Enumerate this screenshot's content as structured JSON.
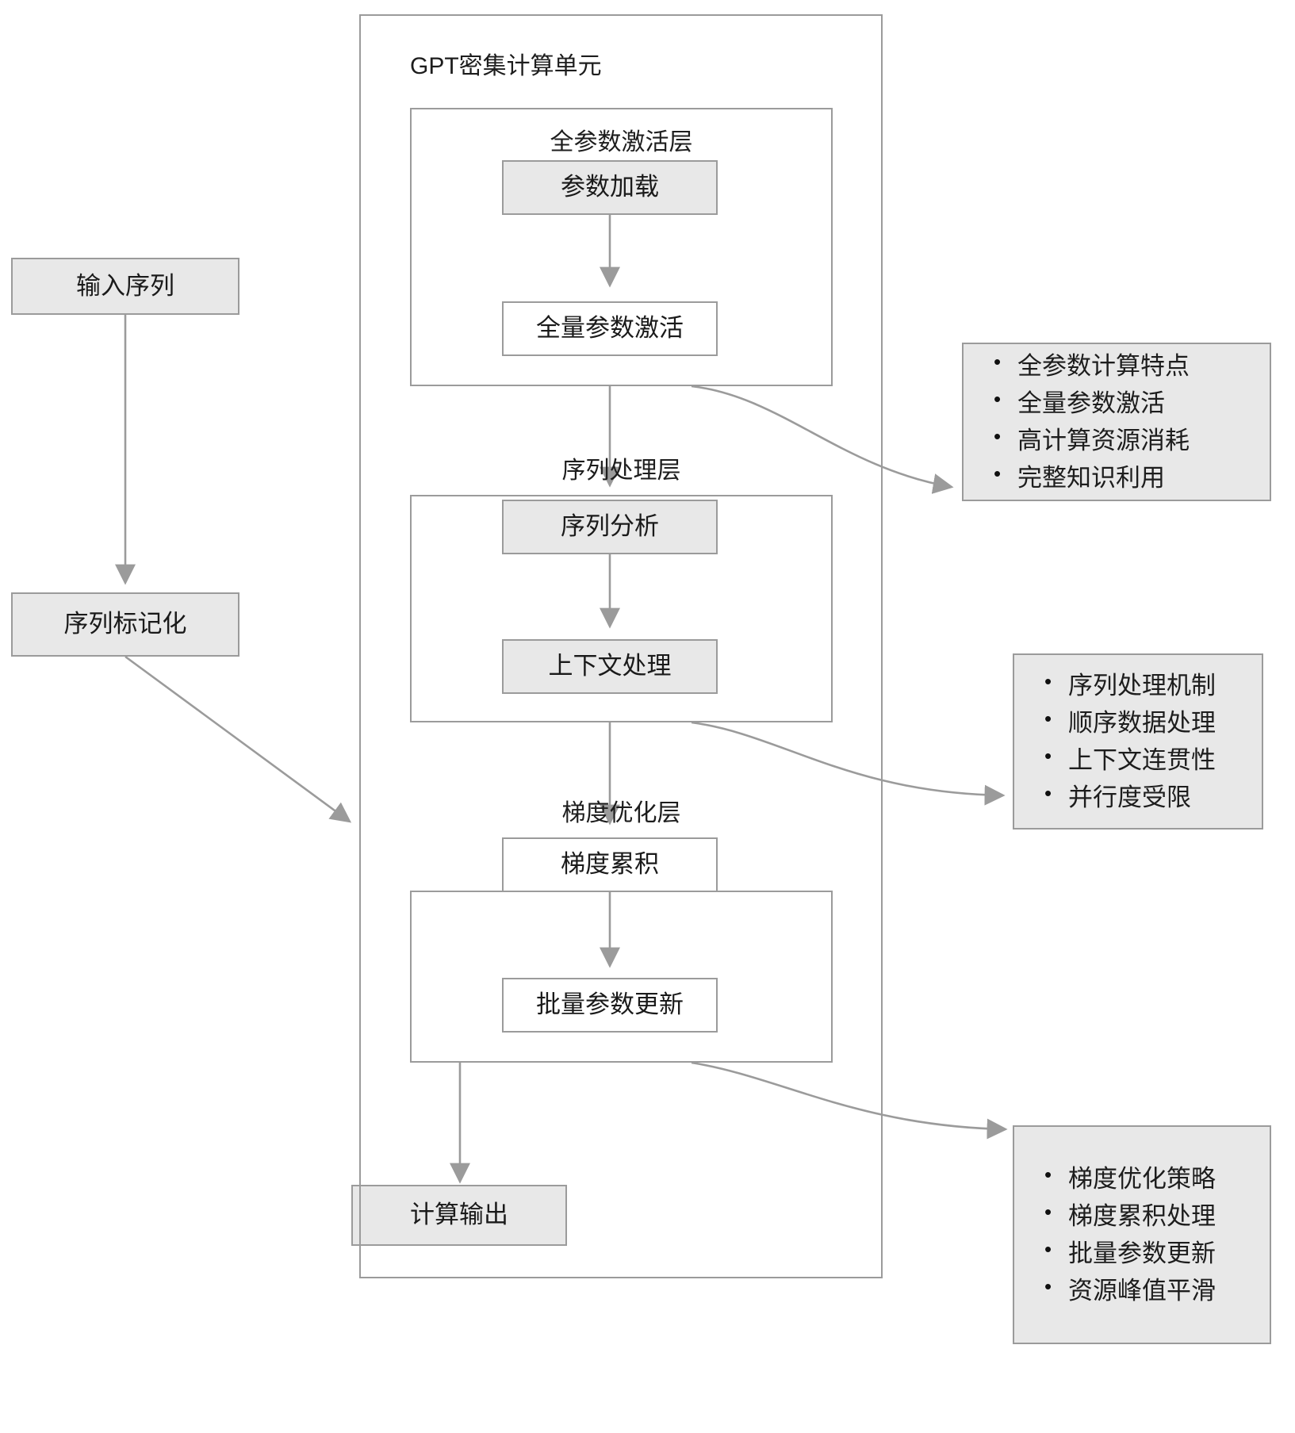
{
  "diagram": {
    "title": "GPT密集计算单元",
    "type": "flowchart",
    "style": {
      "stroke": "#9b9b9b",
      "fill_gray": "#e8e8e8",
      "fill_white": "#ffffff",
      "text": "#1d1d1d",
      "background": "#ffffff"
    }
  },
  "left_flow": {
    "input_node": "输入序列",
    "tokenize_node": "序列标记化",
    "output_node": "计算输出"
  },
  "container": {
    "label": "GPT密集计算单元"
  },
  "layers": [
    {
      "title": "全参数激活层",
      "nodes": [
        {
          "label": "参数加载",
          "filled": true
        },
        {
          "label": "全量参数激活",
          "filled": false
        }
      ]
    },
    {
      "title": "序列处理层",
      "nodes": [
        {
          "label": "序列分析",
          "filled": true
        },
        {
          "label": "上下文处理",
          "filled": true
        }
      ]
    },
    {
      "title": "梯度优化层",
      "nodes": [
        {
          "label": "梯度累积",
          "filled": false
        },
        {
          "label": "批量参数更新",
          "filled": false
        }
      ]
    }
  ],
  "callouts": [
    {
      "name": "full-parameter-compute-notes",
      "items": [
        "全参数计算特点",
        "全量参数激活",
        "高计算资源消耗",
        "完整知识利用"
      ]
    },
    {
      "name": "sequence-processing-notes",
      "items": [
        "序列处理机制",
        "顺序数据处理",
        "上下文连贯性",
        "并行度受限"
      ]
    },
    {
      "name": "gradient-optimization-notes",
      "items": [
        "梯度优化策略",
        "梯度累积处理",
        "批量参数更新",
        "资源峰值平滑"
      ]
    }
  ]
}
